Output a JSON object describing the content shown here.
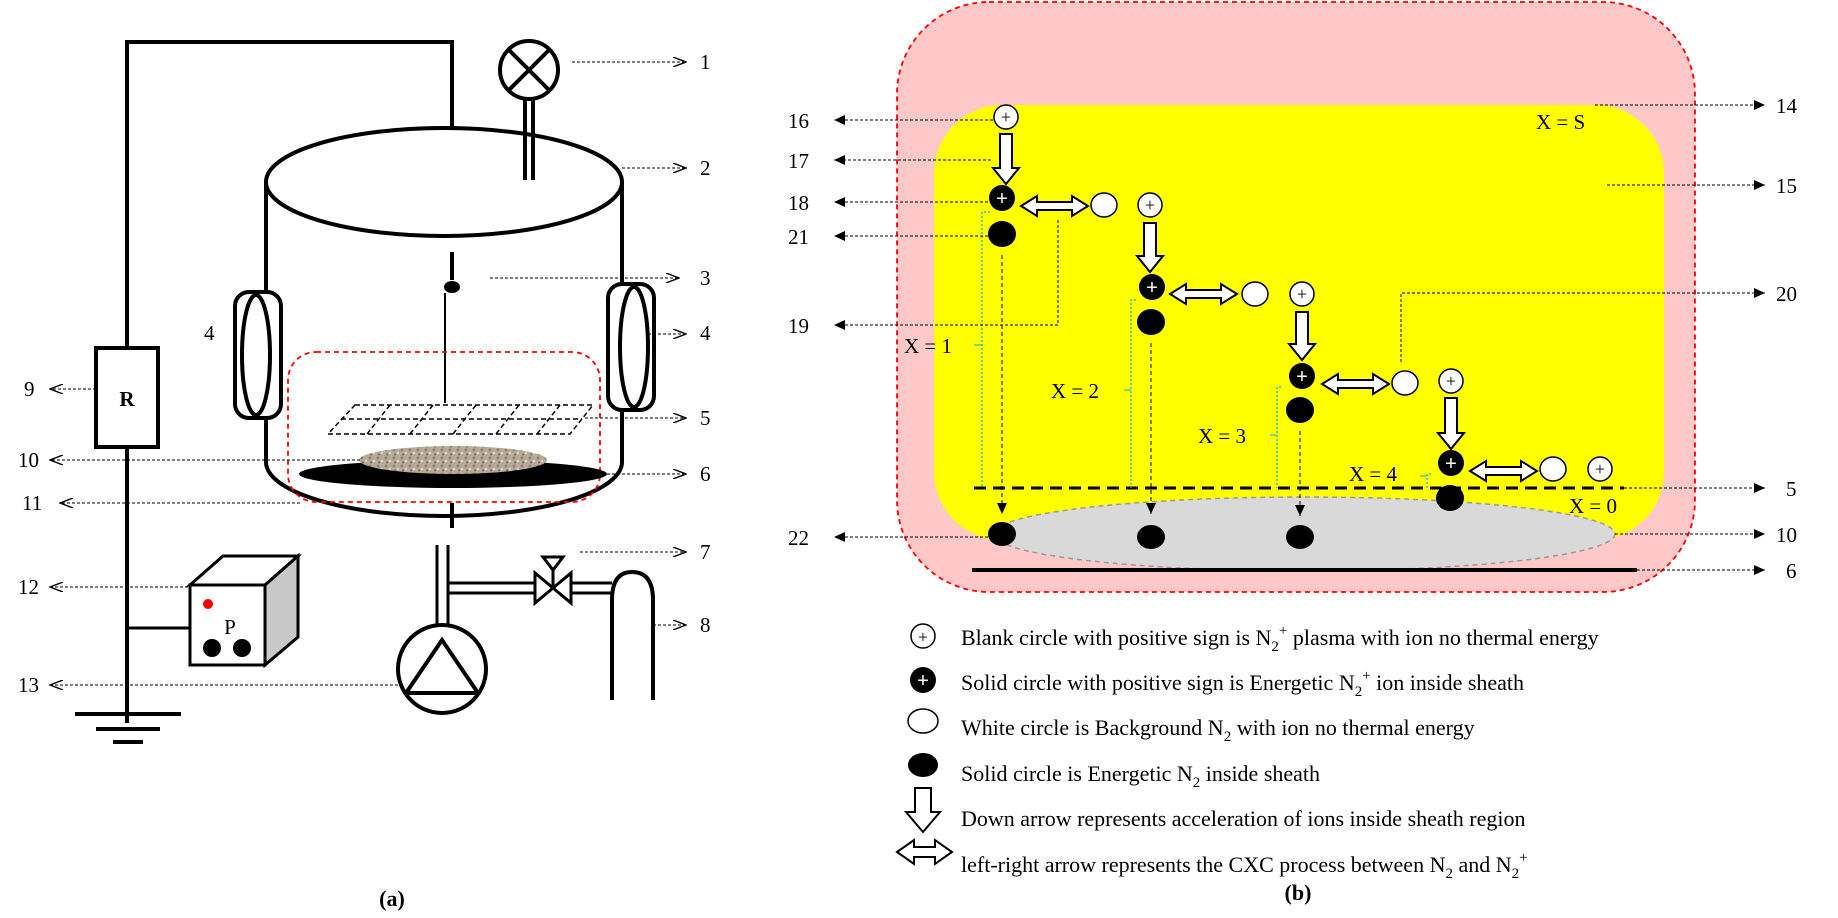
{
  "panel_a": {
    "caption": "(a)",
    "resistor_label": "R",
    "power_label": "P",
    "callouts": [
      "1",
      "2",
      "3",
      "4",
      "4",
      "5",
      "6",
      "7",
      "8",
      "9",
      "10",
      "11",
      "12",
      "13"
    ]
  },
  "panel_b": {
    "caption": "(b)",
    "region_labels": {
      "x_s": "X = S",
      "x_1": "X = 1",
      "x_2": "X = 2",
      "x_3": "X = 3",
      "x_4": "X = 4",
      "x_0": "X = 0"
    },
    "callouts_left": [
      "16",
      "17",
      "18",
      "21",
      "19",
      "22"
    ],
    "callouts_right": [
      "14",
      "15",
      "20",
      "5",
      "10",
      "6"
    ],
    "legend": [
      {
        "icon": "blank-plus-circle-icon",
        "pre": "Blank circle with positive sign is N",
        "sub": "2",
        "sup": "+",
        "post": " plasma with ion no thermal energy"
      },
      {
        "icon": "solid-plus-circle-icon",
        "pre": "Solid circle with positive sign is Energetic N",
        "sub": "2",
        "sup": "+",
        "post": "  ion inside sheath"
      },
      {
        "icon": "white-circle-icon",
        "pre": "White circle is Background N",
        "sub": "2",
        "sup": "",
        "post": "  with ion no thermal energy"
      },
      {
        "icon": "solid-circle-icon",
        "pre": "Solid circle is Energetic N",
        "sub": "2",
        "sup": "",
        "post": " inside sheath"
      },
      {
        "icon": "down-arrow-icon",
        "pre": "Down arrow represents acceleration of ions inside sheath region",
        "sub": "",
        "sup": "",
        "post": ""
      },
      {
        "icon": "left-right-arrow-icon",
        "pre": "left-right arrow represents the CXC process between N",
        "sub": "2",
        "sup": "",
        "post": " and N",
        "sub2": "2",
        "sup2": "+"
      }
    ]
  },
  "colors": {
    "sheath_pink": "#ffc8c8",
    "plasma_yellow": "#ffff00",
    "substrate_gray": "#d9d9d9",
    "boundary_red": "#ff0000",
    "guide_cyan": "#00b0f0"
  }
}
